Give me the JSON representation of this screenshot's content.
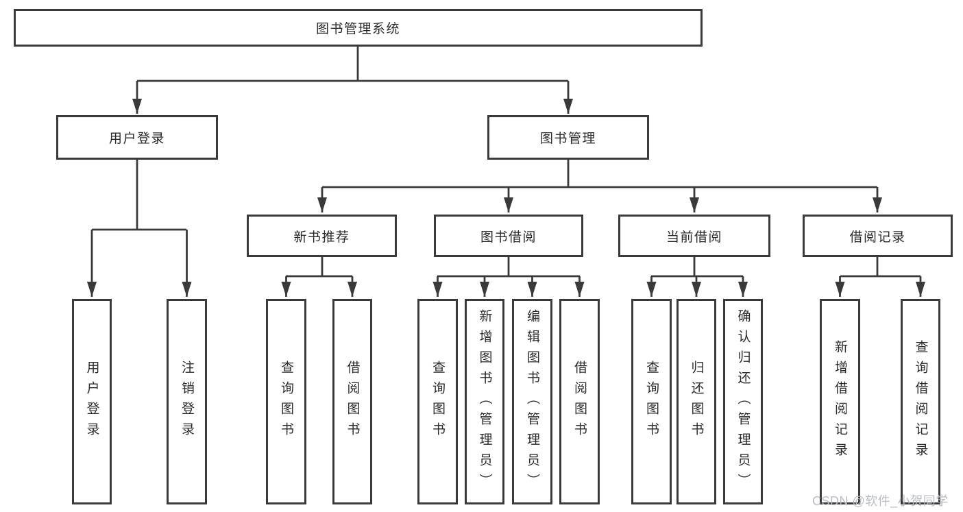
{
  "diagram": {
    "root": "图书管理系统",
    "branches": [
      {
        "label": "用户登录",
        "leaves": [
          "用户登录",
          "注销登录"
        ]
      },
      {
        "label": "图书管理",
        "groups": [
          {
            "label": "新书推荐",
            "leaves": [
              "查询图书",
              "借阅图书"
            ]
          },
          {
            "label": "图书借阅",
            "leaves": [
              "查询图书",
              "新增图书（管理员）",
              "编辑图书（管理员）",
              "借阅图书"
            ]
          },
          {
            "label": "当前借阅",
            "leaves": [
              "查询图书",
              "归还图书",
              "确认归还（管理员）"
            ]
          },
          {
            "label": "借阅记录",
            "leaves": [
              "新增借阅记录",
              "查询借阅记录"
            ]
          }
        ]
      }
    ]
  },
  "watermark": "CSDN @软件_小贺同学",
  "colors": {
    "line": "#3a3a3a",
    "text": "#2b2b2b",
    "watermark_text": "#b9bdc3",
    "background": "#ffffff"
  }
}
